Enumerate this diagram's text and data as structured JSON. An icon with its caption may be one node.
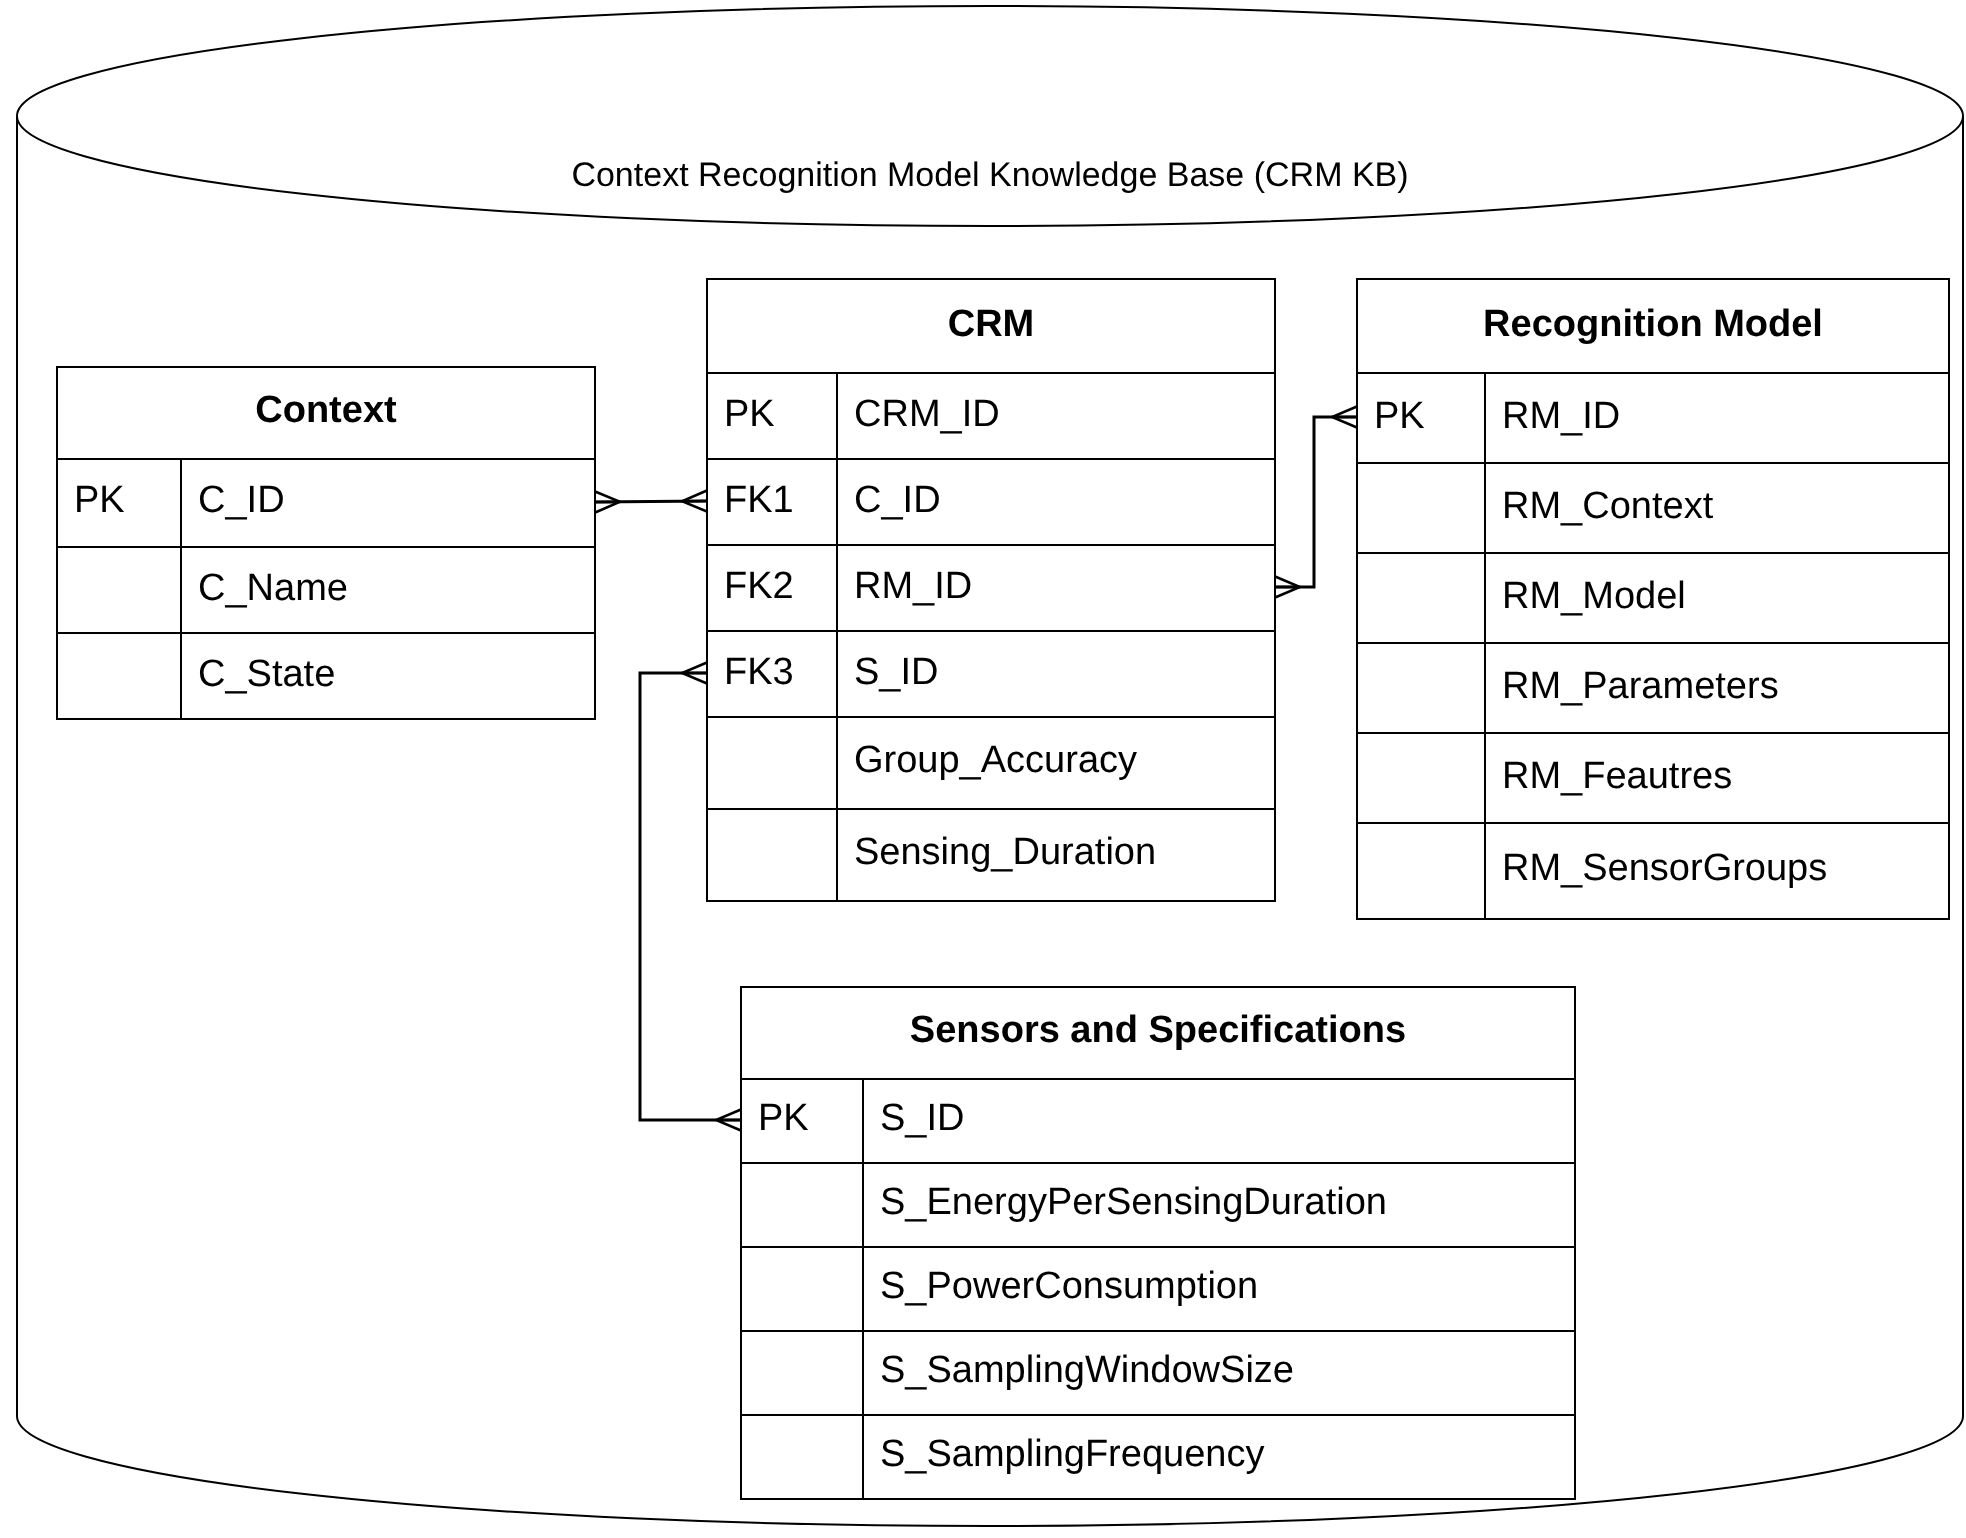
{
  "diagram": {
    "nodes": [
      {
        "text": [
          "Context Recognition Model Knowledge Base (CRM KB)"
        ]
      },
      {
        "text": [
          "Context"
        ],
        "in": 0
      },
      {
        "text": [
          "PK",
          "C_ID"
        ],
        "in": 1
      },
      {
        "text": [
          "C_Name"
        ],
        "in": 1
      },
      {
        "text": [
          "C_State"
        ],
        "in": 1
      },
      {
        "text": [
          "CRM"
        ],
        "in": 0
      },
      {
        "text": [
          "PK",
          "CRM_ID"
        ],
        "in": 5
      },
      {
        "text": [
          "FK1",
          "C_ID"
        ],
        "in": 5
      },
      {
        "text": [
          "FK2",
          "RM_ID"
        ],
        "in": 5
      },
      {
        "text": [
          "FK3",
          "S_ID"
        ],
        "in": 5
      },
      {
        "text": [
          "Group_Accuracy"
        ],
        "in": 5
      },
      {
        "text": [
          "Sensing_Duration"
        ],
        "in": 5
      },
      {
        "text": [
          "Recognition Model"
        ],
        "in": 0
      },
      {
        "text": [
          "PK",
          "RM_ID"
        ],
        "in": 12
      },
      {
        "text": [
          "RM_Context"
        ],
        "in": 12
      },
      {
        "text": [
          "RM_Model"
        ],
        "in": 12
      },
      {
        "text": [
          "RM_Parameters"
        ],
        "in": 12
      },
      {
        "text": [
          "RM_Feautres"
        ],
        "in": 12
      },
      {
        "text": [
          "RM_SensorGroups"
        ],
        "in": 12
      },
      {
        "text": [
          "Sensors and Specifications"
        ],
        "in": 0
      },
      {
        "text": [
          "PK",
          "S_ID"
        ],
        "in": 19
      },
      {
        "text": [
          "S_EnergyPerSensingDuration"
        ],
        "in": 19
      },
      {
        "text": [
          "S_PowerConsumption"
        ],
        "in": 19
      },
      {
        "text": [
          "S_SamplingWindowSize"
        ],
        "in": 19
      },
      {
        "text": [
          "S_SamplingFrequency"
        ],
        "in": 19
      }
    ],
    "edges": [
      {
        "from": 2,
        "to": 7,
        "arrow": "other"
      },
      {
        "from": 8,
        "to": 13,
        "arrow": "other"
      },
      {
        "from": 9,
        "to": 20,
        "arrow": "other"
      }
    ]
  }
}
